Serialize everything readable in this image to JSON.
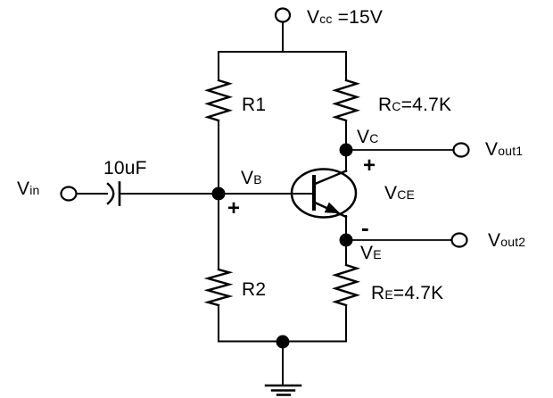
{
  "circuit": {
    "power": {
      "main": "V",
      "sub": "cc",
      "rest": " =15V"
    },
    "resistors": {
      "r1": "R1",
      "r2": "R2",
      "rc": {
        "main": "R",
        "sub": "C",
        "rest": "=4.7K"
      },
      "re": {
        "main": "R",
        "sub": "E",
        "rest": "=4.7K"
      }
    },
    "capacitor_value": "10uF",
    "nodes": {
      "vb": {
        "main": "V",
        "sub": "B"
      },
      "vc": {
        "main": "V",
        "sub": "C"
      },
      "ve": {
        "main": "V",
        "sub": "E"
      },
      "vce": {
        "main": "V",
        "sub": "CE"
      }
    },
    "ports": {
      "vin": {
        "main": "V",
        "sub": "in"
      },
      "vout1": {
        "main": "V",
        "sub": "out1"
      },
      "vout2": {
        "main": "V",
        "sub": "out2"
      }
    },
    "polarity": {
      "plus_collector": "+",
      "plus_base": "+",
      "minus_emitter": "-"
    },
    "colors": {
      "stroke": "#000000",
      "background": "#ffffff"
    }
  }
}
